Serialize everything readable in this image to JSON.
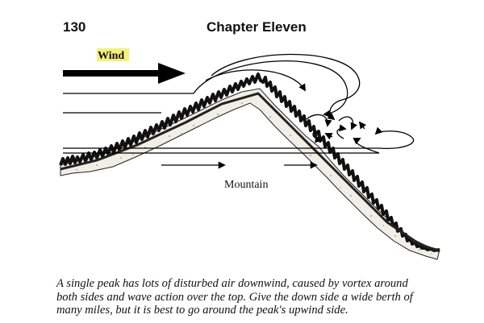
{
  "header": {
    "page_number": "130",
    "chapter_title": "Chapter Eleven"
  },
  "figure": {
    "wind_label": "Wind",
    "mountain_label": "Mountain",
    "highlight_color": "#f4f07a"
  },
  "caption": {
    "lines": [
      "A single peak has lots of disturbed air downwind, caused by vortex around",
      "both sides and wave action over the top. Give the down side a wide berth of",
      "many miles, but it is best to go around the peak's upwind side."
    ]
  }
}
